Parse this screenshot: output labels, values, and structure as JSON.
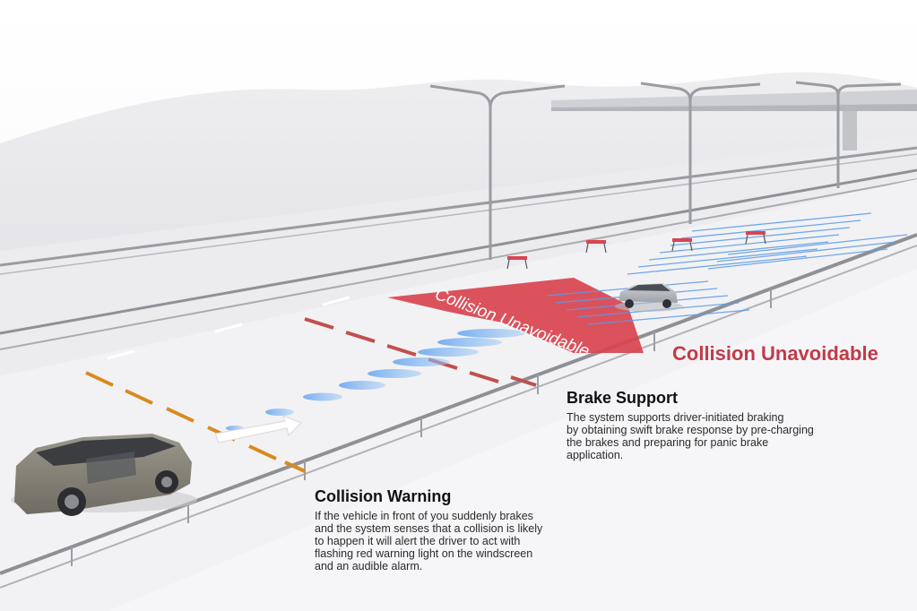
{
  "road_zone_text": "Collision Unavoidable",
  "zone_label": "Collision Unavoidable",
  "brake_support": {
    "heading": "Brake Support",
    "body": "The system supports driver-initiated braking\nby obtaining swift brake response by pre-charging\nthe brakes and preparing for panic brake\napplication."
  },
  "collision_warning": {
    "heading": "Collision Warning",
    "body": "If the vehicle in front of you suddenly brakes\nand the system senses that a collision is likely\nto happen it will alert the driver to act with\nflashing red warning light on the windscreen\nand an audible alarm."
  },
  "colors": {
    "zone_red": "#d9444f",
    "label_red": "#c23a48",
    "radar_blue": "#5a9be6",
    "lane_orange": "#d98a1e",
    "lane_red": "#c0504d"
  }
}
